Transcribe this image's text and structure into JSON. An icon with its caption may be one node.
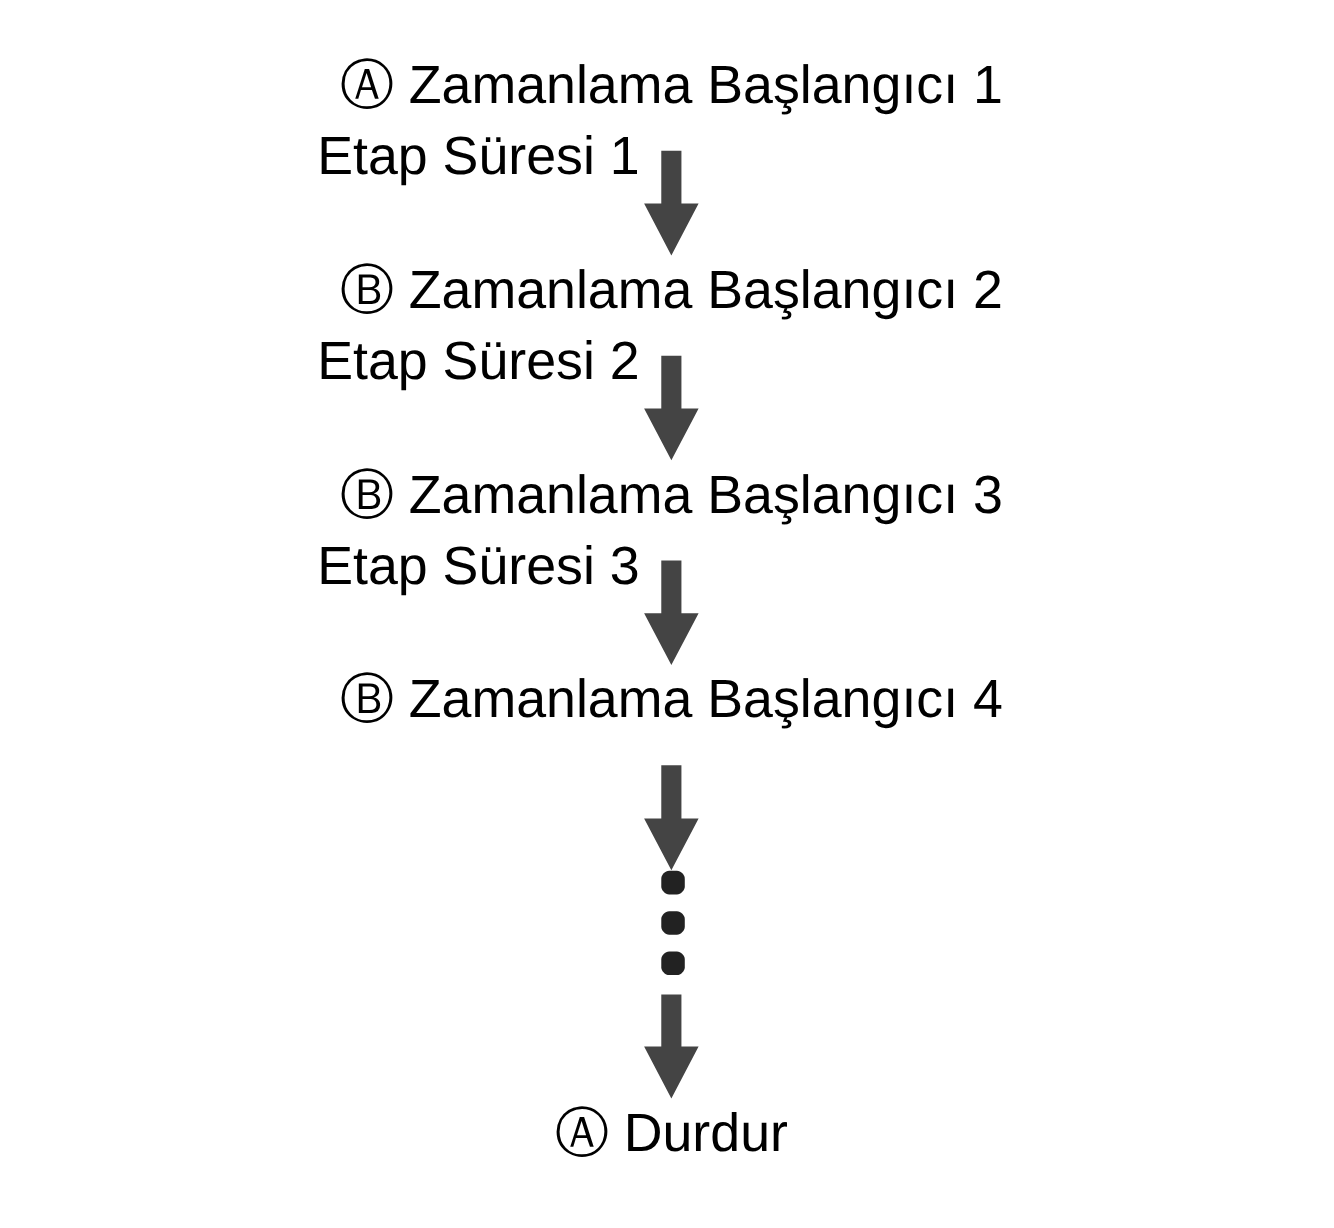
{
  "diagram": {
    "nodes": [
      {
        "text": [
          "Ⓐ Zamanlama Başlangıcı 1"
        ]
      },
      {
        "text": [
          "Ⓑ Zamanlama Başlangıcı 2"
        ]
      },
      {
        "text": [
          "Ⓑ Zamanlama Başlangıcı 3"
        ]
      },
      {
        "text": [
          "Ⓑ Zamanlama Başlangıcı 4"
        ]
      },
      {
        "text": [],
        "shape": "dots"
      },
      {
        "text": [
          "Ⓐ Durdur"
        ]
      }
    ],
    "edges": [
      {
        "from": 0,
        "to": 1,
        "arrow": "to",
        "label": "Etap Süresi 1"
      },
      {
        "from": 1,
        "to": 2,
        "arrow": "to",
        "label": "Etap Süresi 2"
      },
      {
        "from": 2,
        "to": 3,
        "arrow": "to",
        "label": "Etap Süresi 3"
      },
      {
        "from": 3,
        "to": 4,
        "arrow": "to"
      },
      {
        "from": 4,
        "to": 5,
        "arrow": "to"
      }
    ]
  }
}
